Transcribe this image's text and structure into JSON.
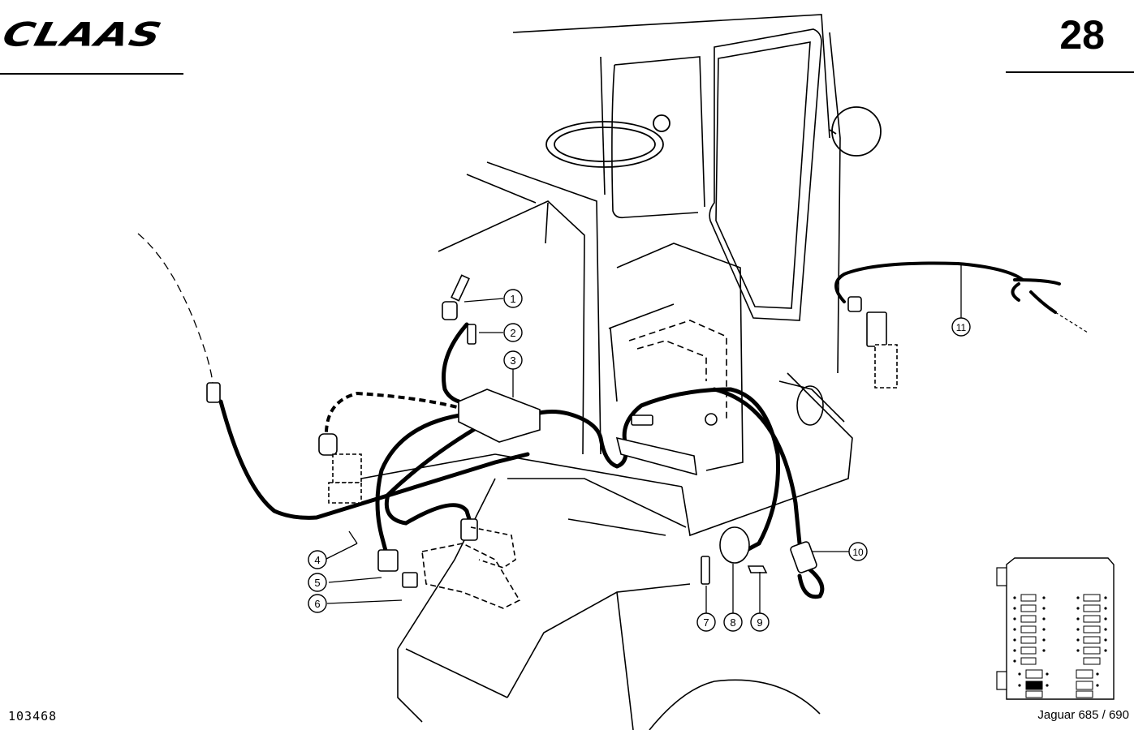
{
  "header": {
    "brand": "CLAAS",
    "page_number": "28"
  },
  "footer": {
    "drawing_number": "103468",
    "model": "Jaguar 685 / 690"
  },
  "callouts": [
    "1",
    "2",
    "3",
    "4",
    "5",
    "6",
    "7",
    "8",
    "9",
    "10",
    "11"
  ]
}
